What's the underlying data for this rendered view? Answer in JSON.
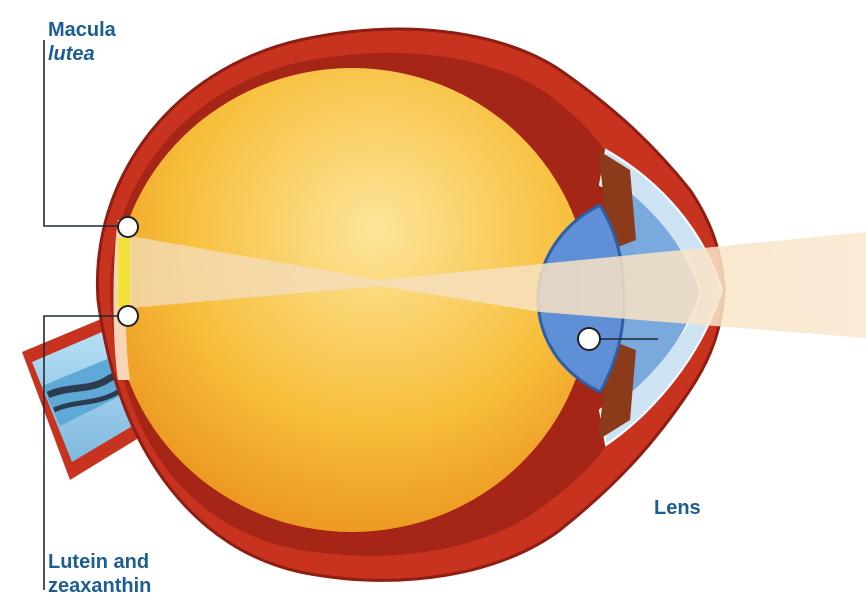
{
  "labels": {
    "macula_line1": "Macula",
    "macula_line2": "lutea",
    "lens": "Lens",
    "lutein_line1": "Lutein and",
    "lutein_line2": "zeaxanthin"
  },
  "colors": {
    "label_text": "#1d5e92",
    "sclera_red": "#c8331f",
    "vitreous_yellow": "#f5b52c",
    "lens_blue": "#5f8fd6",
    "nerve_blue": "#9fd0ee",
    "light_beam": "#f7e3c2"
  }
}
